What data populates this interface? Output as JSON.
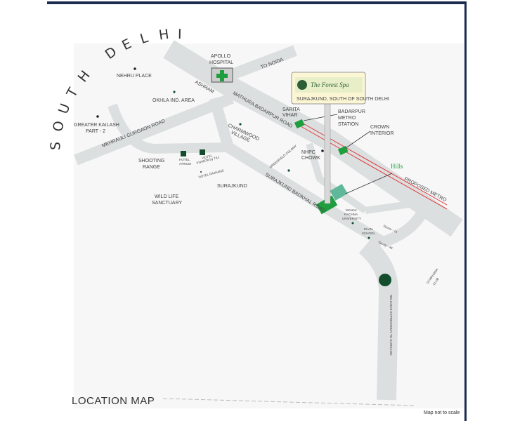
{
  "region_label": "SOUTH DELHI",
  "map_title": "LOCATION MAP",
  "scale_note": "Map not to scale",
  "colors": {
    "road": "#dcdfe0",
    "border": "#1b2c4c",
    "marker": "#1e9e3e",
    "dark_marker": "#134d2c",
    "metro": "#e03a3a",
    "project": "#5fb89a"
  },
  "billboard": {
    "brand": "The Forest Spa",
    "subtitle": "SURAJKUND, SOUTH OF SOUTH DELHI"
  },
  "labels": {
    "apollo_hospital": [
      "APOLLO",
      "HOSPITAL"
    ],
    "to_noida": "TO NOIDA",
    "nehru_place": "NEHRU PLACE",
    "okhla": "OKHLA IND. AREA",
    "ashram": "ASHRAM",
    "mathura_road": "MATHURA BADARPUR ROAD",
    "greater_kailash": [
      "GREATER KAILASH",
      "PART - 2"
    ],
    "mehrauli_road": "MEHRAULI GURGAON ROAD",
    "charmwood": [
      "CHARMWOOD",
      "VILLAGE"
    ],
    "sarita_vihar": [
      "SARITA",
      "VIHAR"
    ],
    "badarpur": [
      "BADARPUR",
      "METRO",
      "STATION"
    ],
    "crown_interior": [
      "CROWN",
      "INTERIOR"
    ],
    "nhpc": [
      "NHPC",
      "CHOWK"
    ],
    "hills_logo": "Hills",
    "proposed_metro": "PROPOSED METRO",
    "shooting_range": [
      "SHOOTING",
      "RANGE"
    ],
    "hotel_atrium": [
      "HOTEL",
      "ATRIUM"
    ],
    "hotel_vivanta": [
      "HOTEL",
      "VIVANTA by TAJ"
    ],
    "hotel_rajhans": "HOTEL RAJHANS",
    "surajkund": "SURAJKUND",
    "wildlife": [
      "WILD LIFE",
      "SANCTUARY"
    ],
    "surajkund_road": "SURAJKUND BADKHAL ROAD",
    "unnamed_colony": "GREENFIELD COLONY",
    "manav_rachna": [
      "MANAV",
      "RACHNA",
      "UNIVERSITY"
    ],
    "mvn_school": [
      "M.V.N.",
      "SCHOOL"
    ],
    "sector_21": "Sector - 21",
    "sector_46": "Sector - 46",
    "gymkhana": [
      "GYMKHANA",
      "CLUB"
    ],
    "reliance_expressway": "RELIANCE EXPRESSWAY TO GURGAON"
  }
}
